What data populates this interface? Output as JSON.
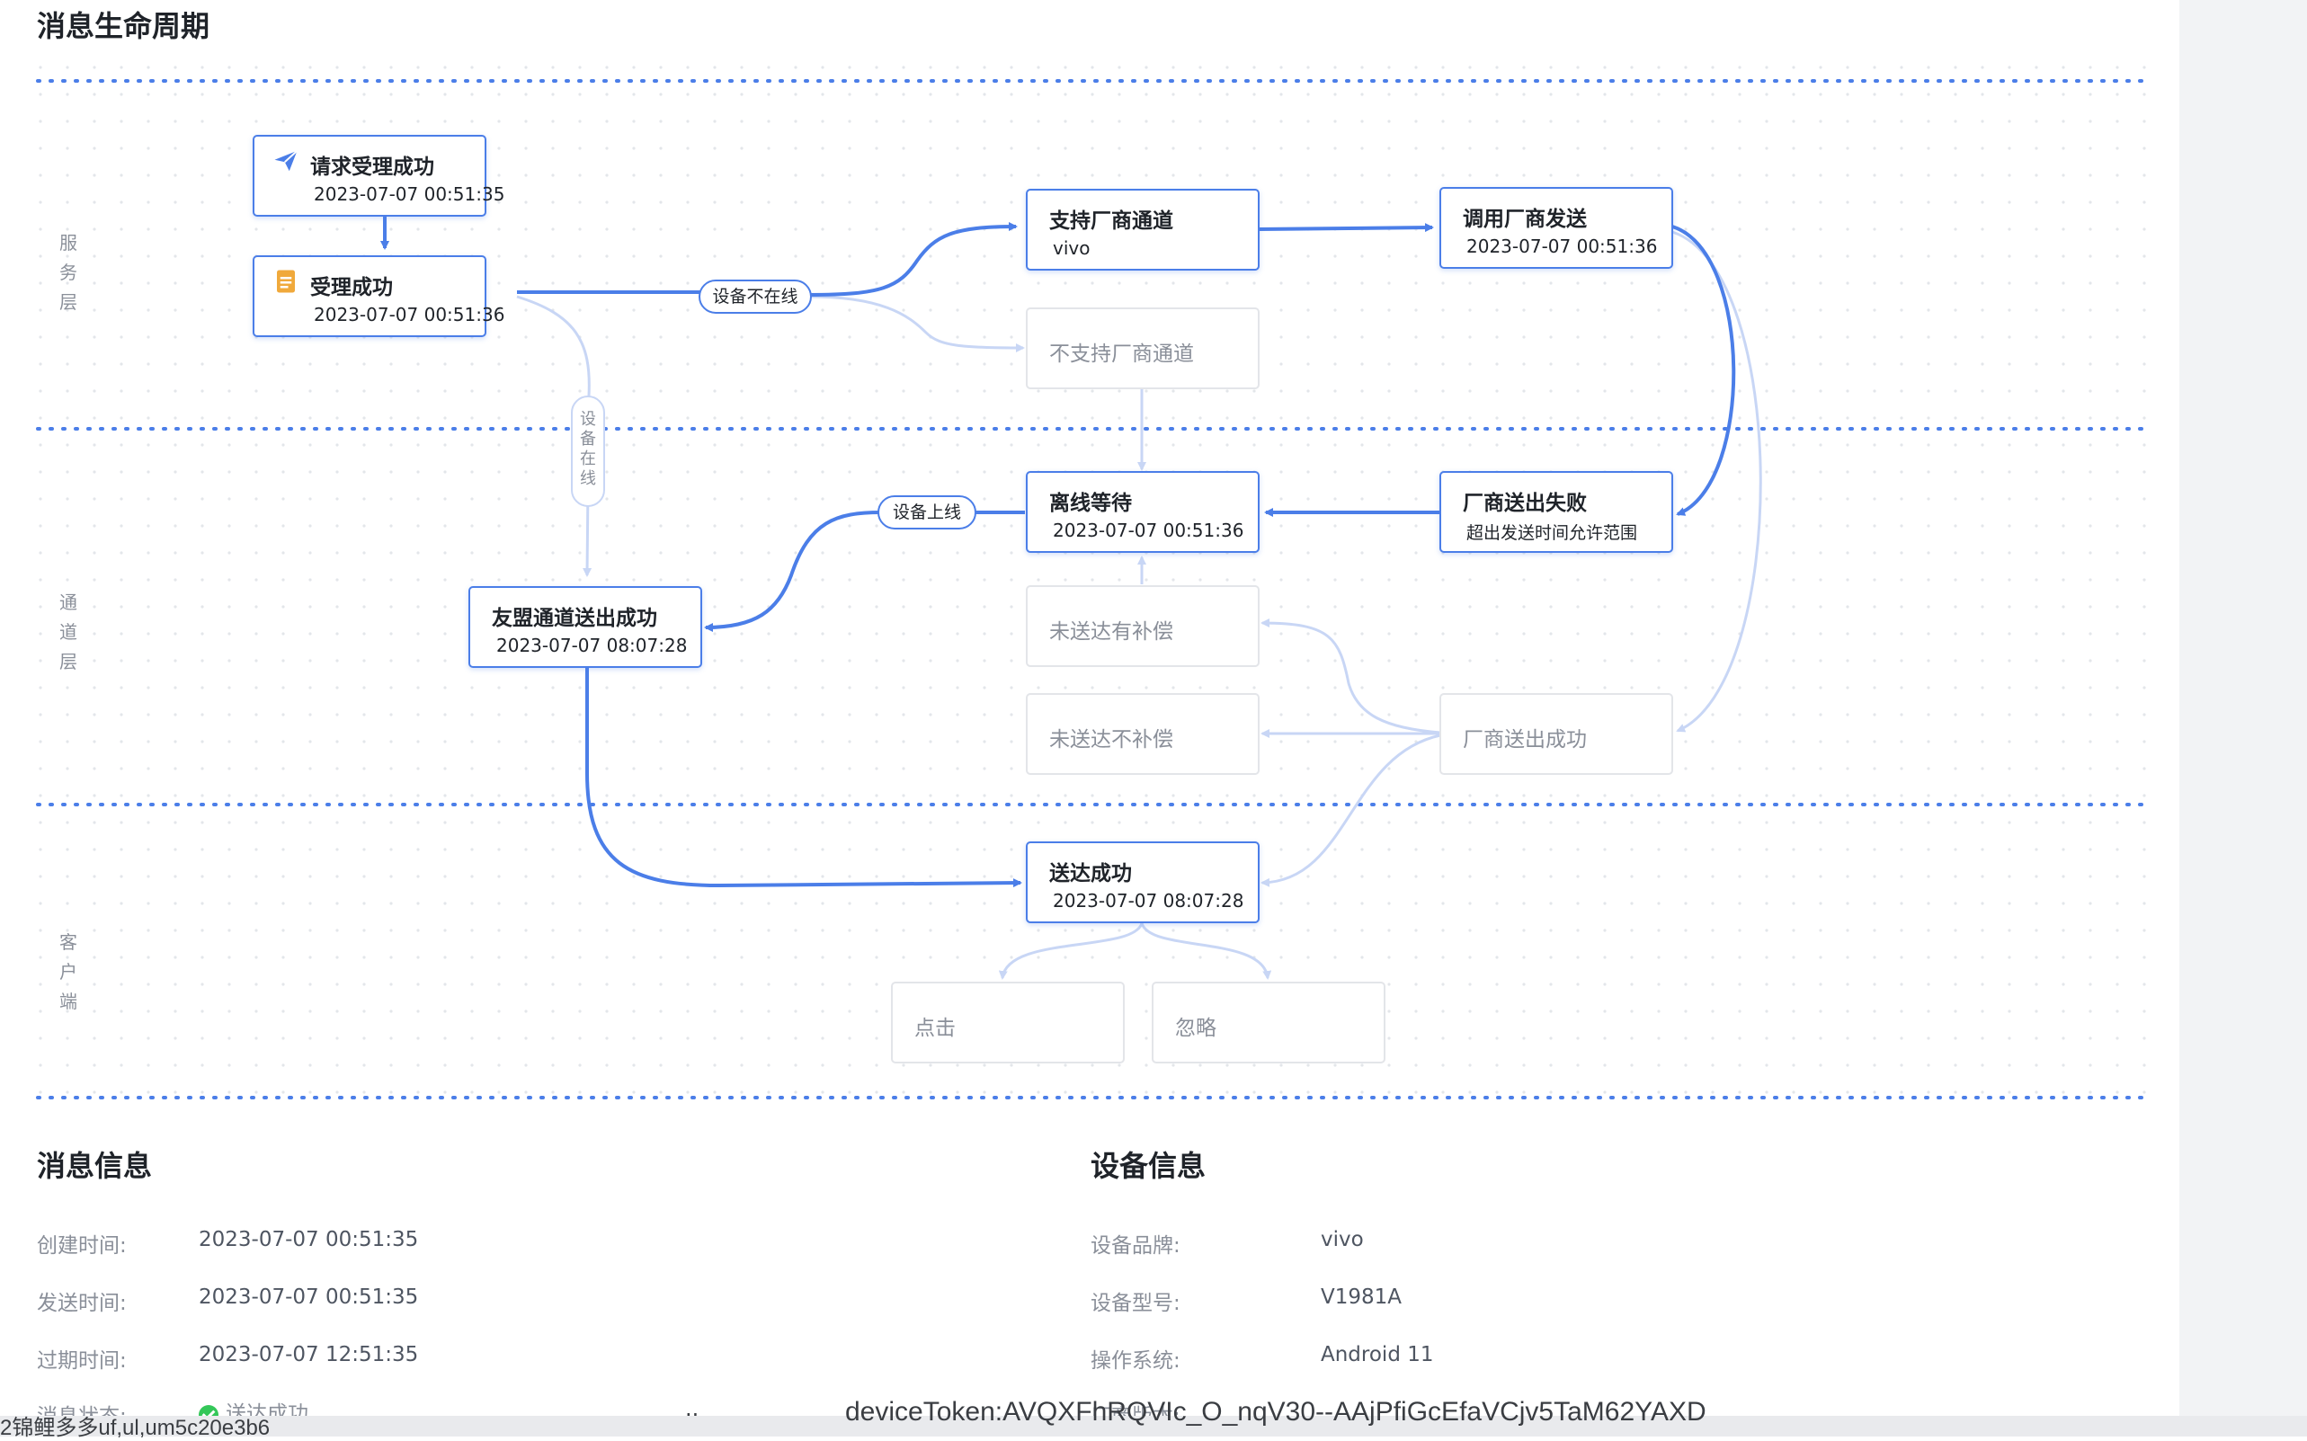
{
  "page_title": "消息生命周期",
  "layers": {
    "service": "服务层",
    "channel": "通道层",
    "client": "客户端"
  },
  "nodes": {
    "request_accepted": {
      "title": "请求受理成功",
      "time": "2023-07-07 00:51:35"
    },
    "accepted": {
      "title": "受理成功",
      "time": "2023-07-07 00:51:36"
    },
    "vendor_supported": {
      "title": "支持厂商通道",
      "detail": "vivo"
    },
    "vendor_send": {
      "title": "调用厂商发送",
      "time": "2023-07-07 00:51:36"
    },
    "vendor_unsupported": {
      "title": "不支持厂商通道"
    },
    "offline_wait": {
      "title": "离线等待",
      "time": "2023-07-07 00:51:36"
    },
    "vendor_failed": {
      "title": "厂商送出失败",
      "detail": "超出发送时间允许范围"
    },
    "umeng_sent": {
      "title": "友盟通道送出成功",
      "time": "2023-07-07 08:07:28"
    },
    "undelivered_comp": {
      "title": "未送达有补偿"
    },
    "undelivered_nocomp": {
      "title": "未送达不补偿"
    },
    "vendor_sent_ok": {
      "title": "厂商送出成功"
    },
    "delivered": {
      "title": "送达成功",
      "time": "2023-07-07 08:07:28"
    },
    "click": {
      "title": "点击"
    },
    "ignore": {
      "title": "忽略"
    }
  },
  "edge_labels": {
    "device_offline": "设备不在线",
    "device_online": "设备在线",
    "device_came_online": "设备上线"
  },
  "message_info": {
    "title": "消息信息",
    "rows": [
      {
        "label": "创建时间:",
        "value": "2023-07-07 00:51:35"
      },
      {
        "label": "发送时间:",
        "value": "2023-07-07 00:51:35"
      },
      {
        "label": "过期时间:",
        "value": "2023-07-07 12:51:35"
      },
      {
        "label": "消息状态:",
        "value": "送达成功"
      }
    ]
  },
  "device_info": {
    "title": "设备信息",
    "rows": [
      {
        "label": "设备品牌:",
        "value": "vivo"
      },
      {
        "label": "设备型号:",
        "value": "V1981A"
      },
      {
        "label": "操作系统:",
        "value": "Android 11"
      },
      {
        "label": "厂商版本:",
        "value": ""
      }
    ]
  },
  "bottom_left_text": "2锦鲤多多uf,ul,um5c20e3b6",
  "bottom_mid_text": "deviceToken:AVQXFhRQVIc_O_nqV30--AAjPfiGcEfaVCjv5TaM62YAXD",
  "colors": {
    "accent": "#4b7ee8",
    "light_edge": "#c8d6f5",
    "success": "#34c759"
  }
}
